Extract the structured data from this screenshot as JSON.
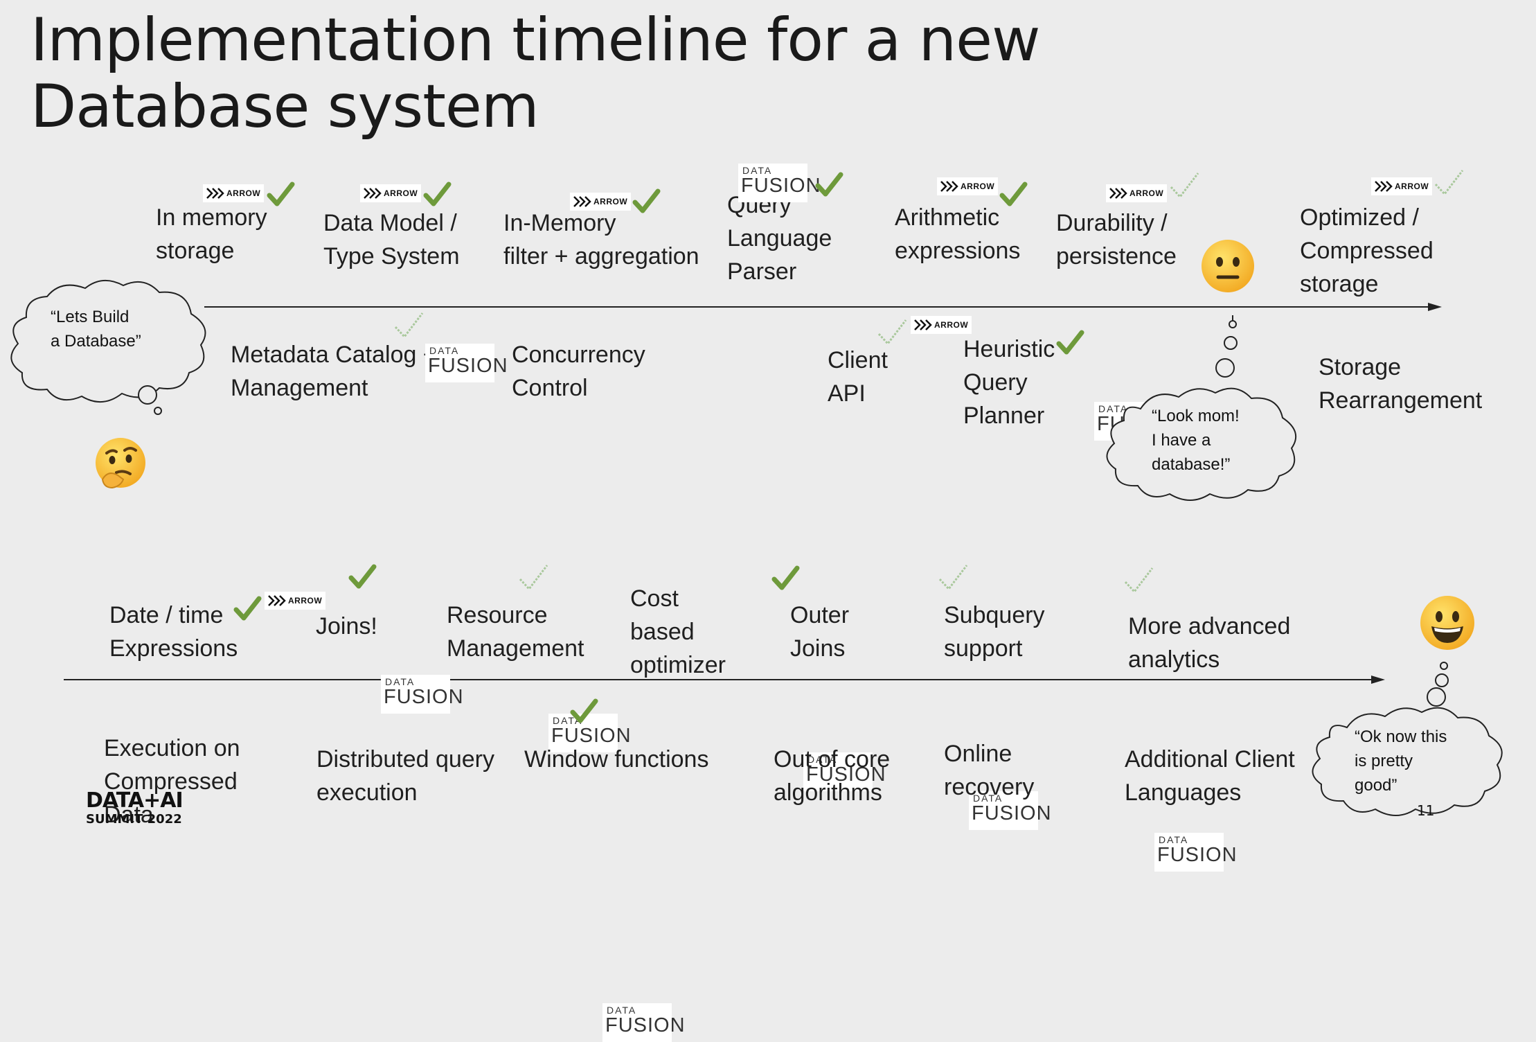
{
  "title": {
    "line1": "Implementation timeline for a new",
    "line2": "Database system"
  },
  "logos": {
    "arrow": "ARROW",
    "datafusion_small": "DATA",
    "datafusion_big": "FUSION"
  },
  "colors": {
    "check_solid": "#6e9a3b",
    "check_faded": "#a9c89c",
    "line": "#222222",
    "background": "#ececec"
  },
  "icons": {
    "arrow_logo": "arrow-chevrons-icon",
    "check": "checkmark-icon",
    "thinking": "thinking-face-emoji",
    "neutral": "neutral-face-emoji",
    "smiley": "smiling-face-emoji"
  },
  "top_above": [
    {
      "lines": [
        "In memory",
        "storage"
      ],
      "badge": "arrow",
      "check": "solid"
    },
    {
      "lines": [
        "Data Model /",
        "Type System"
      ],
      "badge": "arrow",
      "check": "solid"
    },
    {
      "lines": [
        "In-Memory",
        "filter + aggregation"
      ],
      "badge": "arrow",
      "check": "solid"
    },
    {
      "lines": [
        "Query",
        "Language",
        "Parser"
      ],
      "badge": "datafusion",
      "check": "solid"
    },
    {
      "lines": [
        "Arithmetic",
        "expressions"
      ],
      "badge": "arrow",
      "check": "solid"
    },
    {
      "lines": [
        "Durability /",
        "persistence"
      ],
      "badge": "arrow",
      "check": "faded"
    },
    {
      "lines": [
        "Optimized /",
        "Compressed",
        "storage"
      ],
      "badge": "arrow",
      "check": "faded"
    }
  ],
  "top_below": [
    {
      "lines": [
        "Metadata Catalog +",
        "Management"
      ],
      "badge": "datafusion",
      "check": "faded"
    },
    {
      "lines": [
        "Concurrency",
        "Control"
      ]
    },
    {
      "lines": [
        "Client",
        "API"
      ],
      "badge": "arrow",
      "check": "faded"
    },
    {
      "lines": [
        "Heuristic",
        "Query",
        "Planner"
      ],
      "badge": "datafusion",
      "check": "solid"
    },
    {
      "lines": [
        "Storage",
        "Rearrangement"
      ]
    }
  ],
  "bottom_above": [
    {
      "lines": [
        "Date / time",
        "Expressions"
      ],
      "badge": "arrow",
      "check": "solid"
    },
    {
      "lines": [
        "Joins!"
      ],
      "badge": "datafusion",
      "check": "solid"
    },
    {
      "lines": [
        "Resource",
        "Management"
      ],
      "badge": "datafusion",
      "check": "faded"
    },
    {
      "lines": [
        "Cost",
        "based",
        "optimizer"
      ]
    },
    {
      "lines": [
        "Outer",
        "Joins"
      ],
      "badge": "datafusion",
      "check": "solid"
    },
    {
      "lines": [
        "Subquery",
        "support"
      ],
      "badge": "datafusion",
      "check": "faded"
    },
    {
      "lines": [
        "More advanced",
        "analytics"
      ],
      "badge": "datafusion",
      "check": "faded"
    }
  ],
  "bottom_below": [
    {
      "lines": [
        "Execution on",
        "Compressed",
        "Data"
      ]
    },
    {
      "lines": [
        "Distributed query",
        "execution"
      ]
    },
    {
      "lines": [
        "Window functions"
      ],
      "badge": "datafusion",
      "check": "solid"
    },
    {
      "lines": [
        "Out of core",
        "algorithms"
      ]
    },
    {
      "lines": [
        "Online",
        "recovery"
      ]
    },
    {
      "lines": [
        "Additional Client",
        "Languages"
      ]
    }
  ],
  "bubbles": [
    {
      "lines": [
        "“Lets Build",
        "a Database”"
      ]
    },
    {
      "lines": [
        "“Look mom!",
        "I have a",
        "database!”"
      ]
    },
    {
      "lines": [
        "“Ok now this",
        "is pretty",
        "good”"
      ]
    }
  ],
  "footer": {
    "brand_top": "DATA+AI",
    "brand_bottom": "SUMMIT 2022",
    "page_number": "11"
  }
}
